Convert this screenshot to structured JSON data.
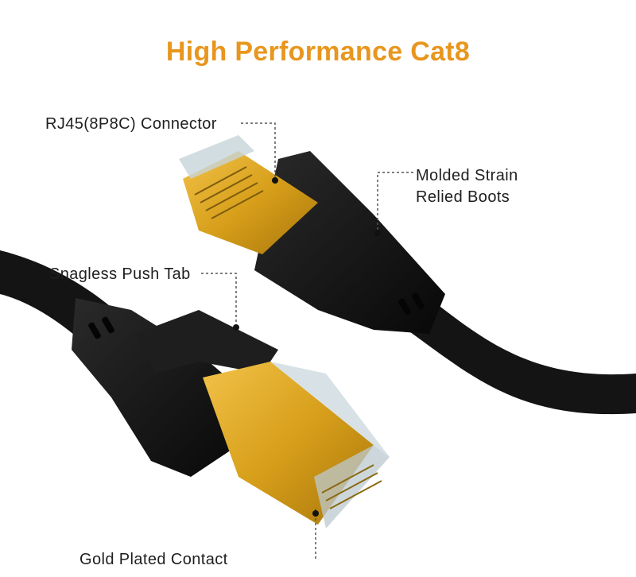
{
  "title": "High Performance Cat8",
  "labels": {
    "connector": "RJ45(8P8C) Connector",
    "boot_line1": "Molded Strain",
    "boot_line2": "Relied Boots",
    "push_tab": "Snagless Push Tab",
    "contact": "Gold Plated Contact"
  },
  "colors": {
    "title": "#e8961e",
    "gold": "#d9a21b",
    "cable": "#151515",
    "text": "#1f1f1f"
  }
}
